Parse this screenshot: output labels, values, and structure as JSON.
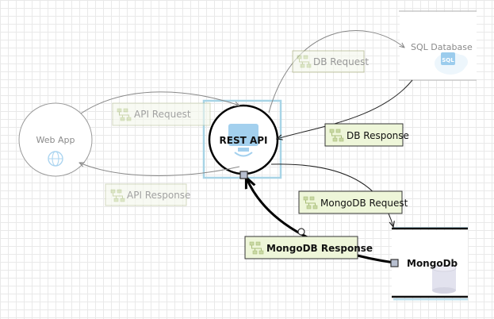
{
  "diagram": {
    "nodes": {
      "web_app": "Web App",
      "rest_api": "REST API",
      "sql_database": "SQL Database",
      "mongodb": "MongoDb"
    },
    "flows": {
      "api_request": "API Request",
      "api_response": "API Response",
      "db_request": "DB Request",
      "db_response": "DB Response",
      "mongodb_request": "MongoDB Request",
      "mongodb_response": "MongoDB Response"
    }
  },
  "colors": {
    "label_active_fill": "#eef6d9",
    "label_faded_fill": "#f5f8ec",
    "selection": "#a8d4e6",
    "icon_blue": "#4aa3df"
  }
}
